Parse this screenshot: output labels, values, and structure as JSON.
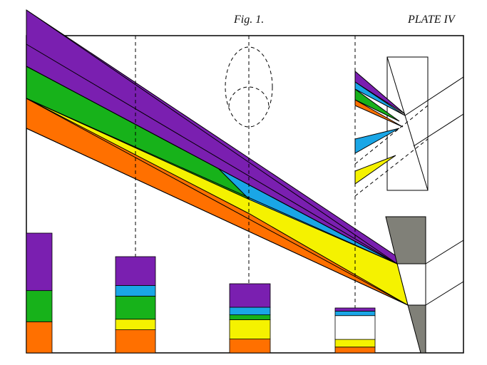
{
  "header": {
    "figure_label": "Fig. 1.",
    "plate_label": "PLATE IV"
  },
  "colors": {
    "violet": "#7a1fb0",
    "blue": "#1aa6e6",
    "green": "#17b21a",
    "yellow": "#f5f200",
    "orange": "#ff7000",
    "prism_gray": "#808078",
    "line": "#000000",
    "background": "#ffffff"
  },
  "spectrum_bands": [
    "violet",
    "blue",
    "green",
    "yellow",
    "orange"
  ],
  "stacked_bars": [
    {
      "name": "bar-1",
      "segments": [
        {
          "color": "orange",
          "fraction": 0.26
        },
        {
          "color": "green",
          "fraction": 0.26
        },
        {
          "color": "violet",
          "fraction": 0.48
        }
      ]
    },
    {
      "name": "bar-2",
      "segments": [
        {
          "color": "orange",
          "fraction": 0.24
        },
        {
          "color": "yellow",
          "fraction": 0.11
        },
        {
          "color": "green",
          "fraction": 0.24
        },
        {
          "color": "blue",
          "fraction": 0.11
        },
        {
          "color": "violet",
          "fraction": 0.3
        }
      ]
    },
    {
      "name": "bar-3",
      "segments": [
        {
          "color": "orange",
          "fraction": 0.2
        },
        {
          "color": "yellow",
          "fraction": 0.28
        },
        {
          "color": "green",
          "fraction": 0.07
        },
        {
          "color": "blue",
          "fraction": 0.11
        },
        {
          "color": "violet",
          "fraction": 0.34
        }
      ]
    },
    {
      "name": "bar-4",
      "segments": [
        {
          "color": "orange",
          "fraction": 0.13
        },
        {
          "color": "yellow",
          "fraction": 0.17
        },
        {
          "color": "white",
          "fraction": 0.53
        },
        {
          "color": "blue",
          "fraction": 0.1
        },
        {
          "color": "violet",
          "fraction": 0.07
        }
      ]
    }
  ]
}
